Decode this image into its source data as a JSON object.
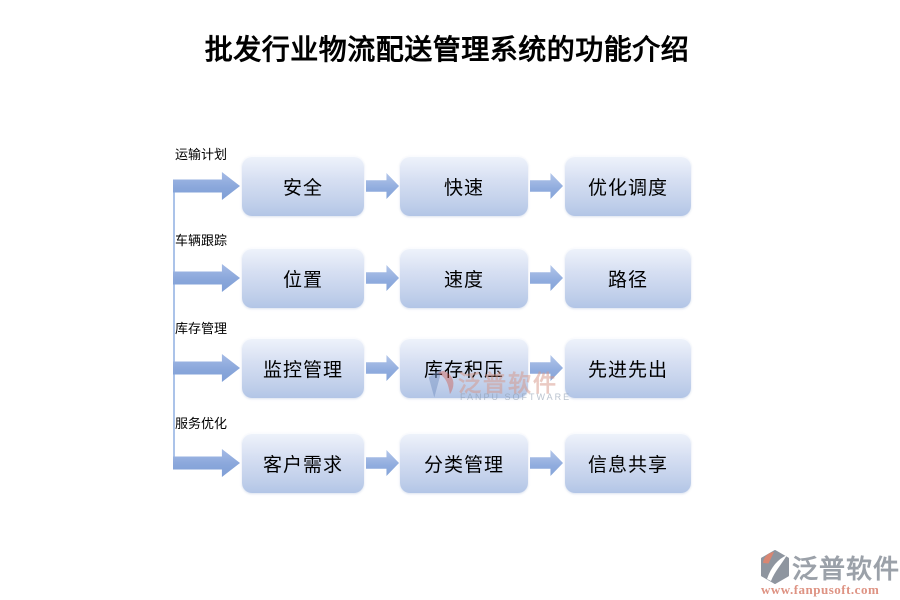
{
  "title": "批发行业物流配送管理系统的功能介绍",
  "flow": {
    "branches": [
      {
        "label": "运输计划",
        "nodes": [
          "安全",
          "快速",
          "优化调度"
        ]
      },
      {
        "label": "车辆跟踪",
        "nodes": [
          "位置",
          "速度",
          "路径"
        ]
      },
      {
        "label": "库存管理",
        "nodes": [
          "监控管理",
          "库存积压",
          "先进先出"
        ]
      },
      {
        "label": "服务优化",
        "nodes": [
          "客户需求",
          "分类管理",
          "信息共享"
        ]
      }
    ]
  },
  "watermark": {
    "name": "泛普软件",
    "subtitle": "FANPU SOFTWARE"
  },
  "footer": {
    "brand": "泛普软件",
    "url": "www.fanpusoft.com"
  },
  "colors": {
    "node_fill_top": "#eff3fb",
    "node_fill_bottom": "#b2c5e6",
    "arrow": "#8aa7db",
    "trunk_line": "#abc3e9",
    "title_text": "#000000",
    "footer_gray": "#9ba1a9",
    "footer_salmon": "#de9383"
  }
}
